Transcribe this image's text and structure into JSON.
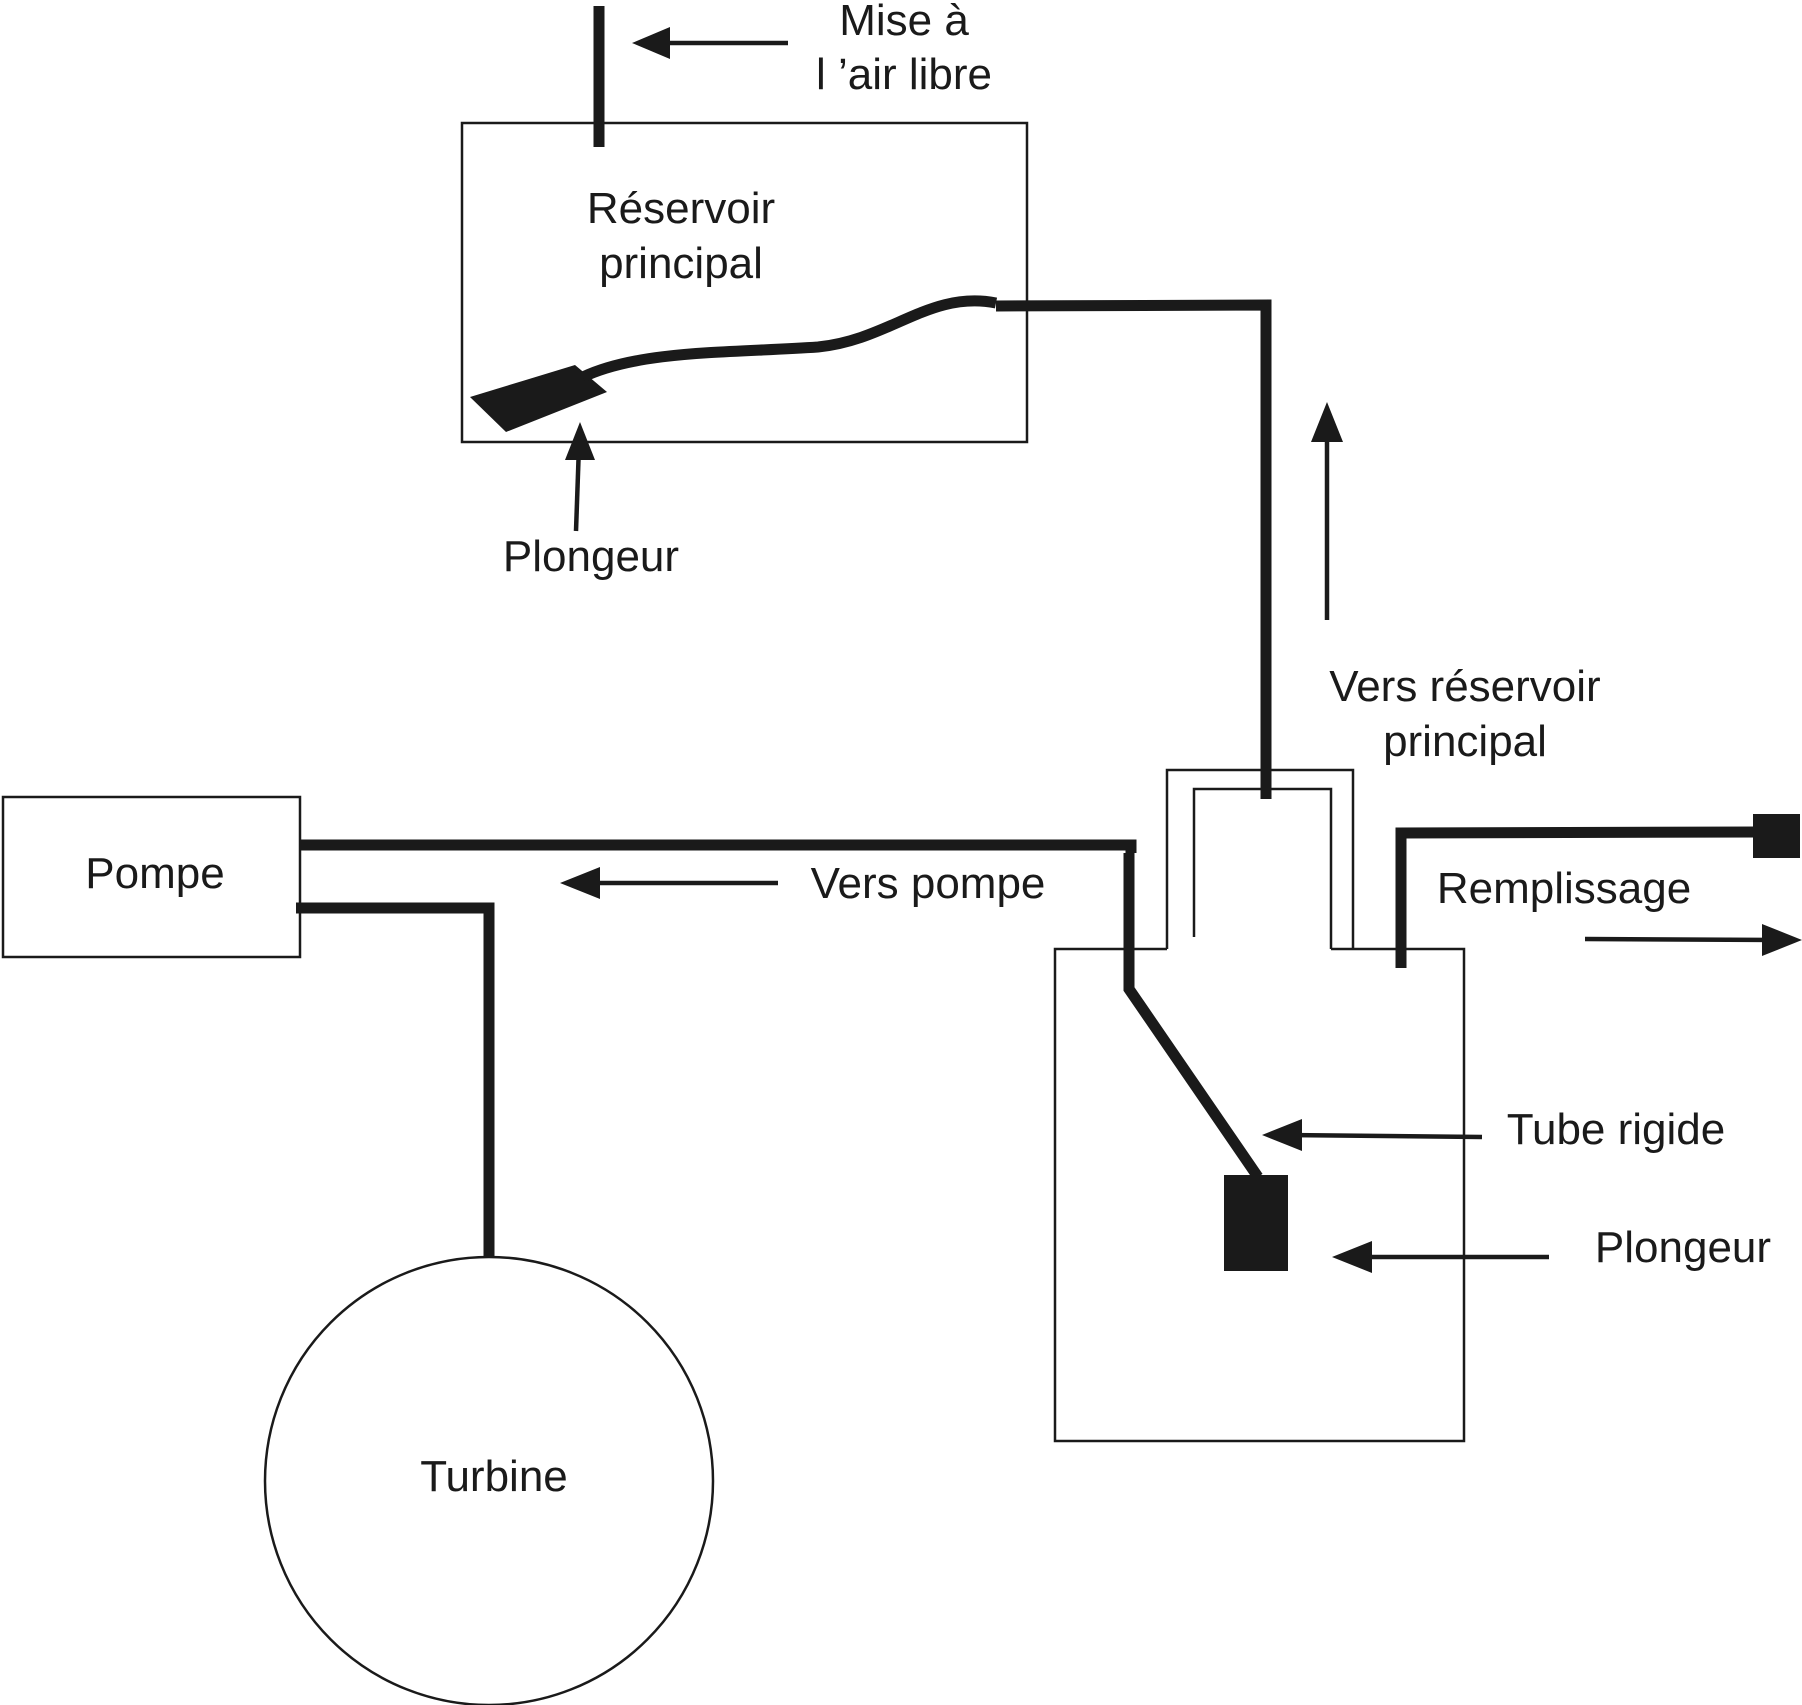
{
  "labels": {
    "vent_line1": "Mise à",
    "vent_line2": "l ’air libre",
    "main_tank_line1": "Réservoir",
    "main_tank_line2": "principal",
    "plunger_top": "Plongeur",
    "to_main_tank_line1": "Vers réservoir",
    "to_main_tank_line2": "principal",
    "pump": "Pompe",
    "to_pump": "Vers pompe",
    "filling": "Remplissage",
    "rigid_tube": "Tube rigide",
    "plunger_bottom": "Plongeur",
    "turbine": "Turbine"
  },
  "colors": {
    "line": "#1a1a1a",
    "background": "#ffffff"
  }
}
